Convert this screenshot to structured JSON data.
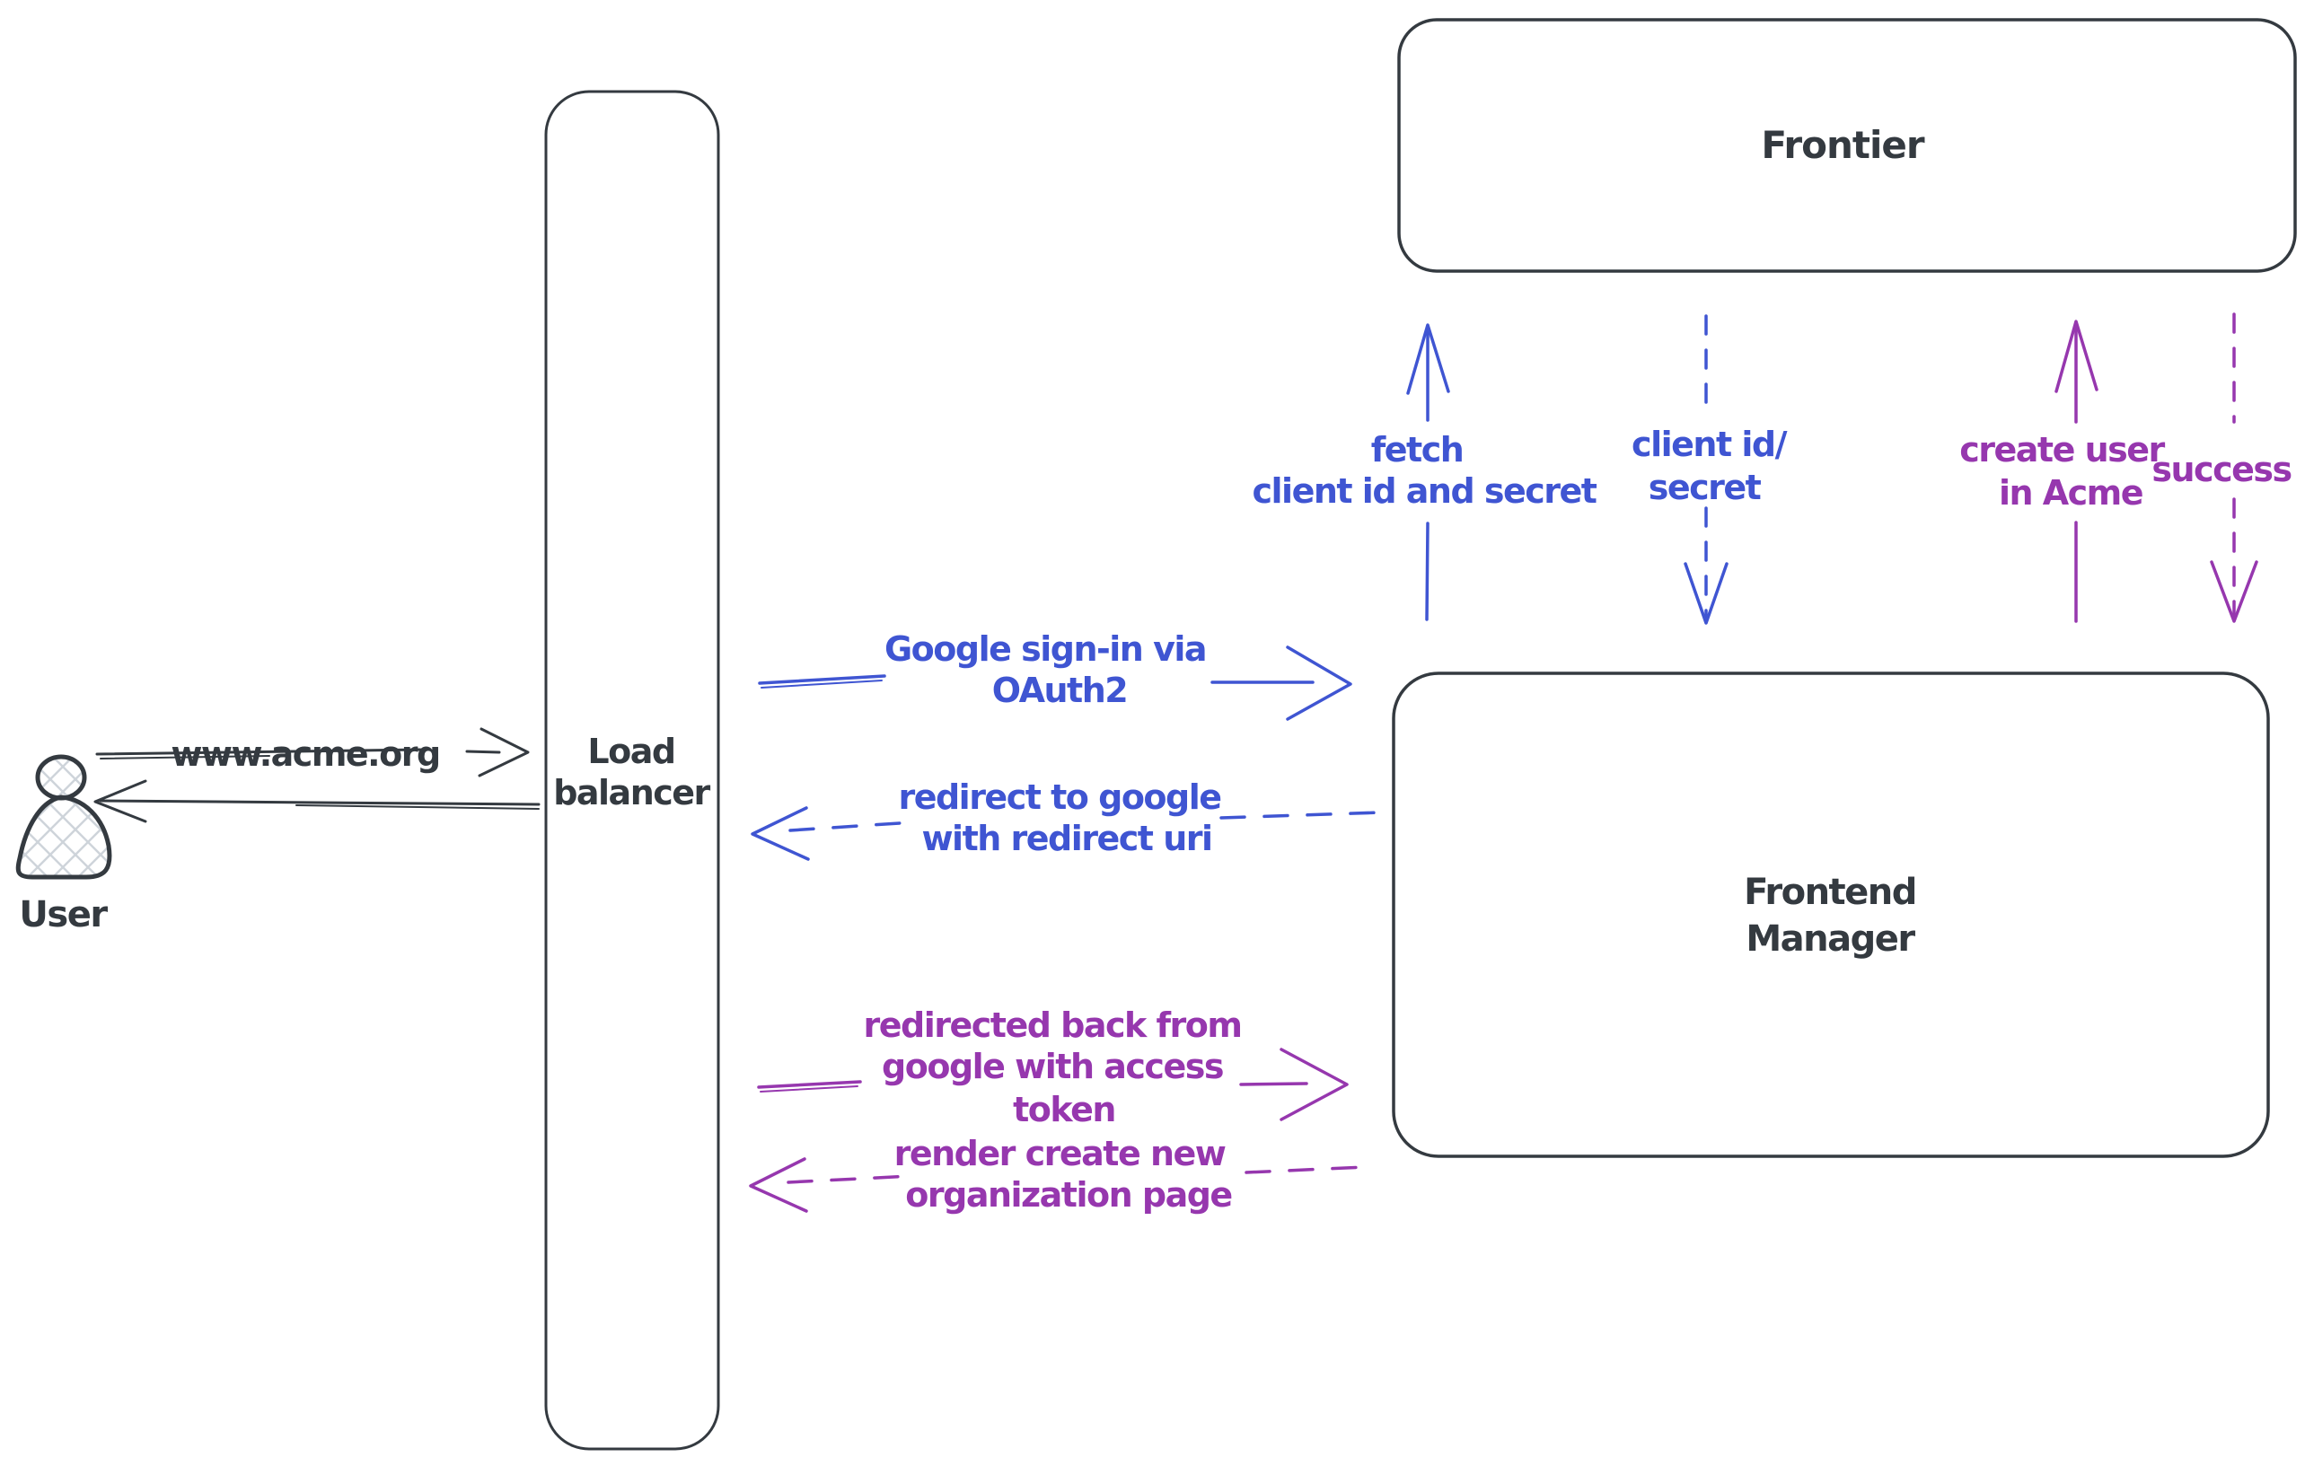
{
  "colors": {
    "dark": "#343a40",
    "blue": "#3f55d2",
    "purple": "#9637ae",
    "hatch": "#ced4da",
    "box_fill": "#ffffff"
  },
  "nodes": {
    "user": {
      "label": "User",
      "type": "actor"
    },
    "load_balancer": {
      "lines": [
        "Load",
        "balancer"
      ]
    },
    "frontier": {
      "label": "Frontier"
    },
    "frontend_manager": {
      "lines": [
        "Frontend",
        "Manager"
      ]
    }
  },
  "edges": {
    "acme_request": {
      "label": "www.acme.org",
      "from": "user",
      "to": "load_balancer",
      "style": "solid",
      "color": "dark",
      "direction": "right"
    },
    "acme_response": {
      "from": "load_balancer",
      "to": "user",
      "style": "solid",
      "color": "dark",
      "direction": "left"
    },
    "google_signin": {
      "lines": [
        "Google sign-in via",
        "OAuth2"
      ],
      "from": "load_balancer",
      "to": "frontend_manager",
      "style": "solid",
      "color": "blue",
      "direction": "right"
    },
    "redirect_google": {
      "lines": [
        "redirect to google",
        "with redirect uri"
      ],
      "from": "frontend_manager",
      "to": "load_balancer",
      "style": "dashed",
      "color": "blue",
      "direction": "left"
    },
    "fetch_secret": {
      "lines": [
        "fetch",
        "client id and secret"
      ],
      "from": "frontend_manager",
      "to": "frontier",
      "style": "solid",
      "color": "blue",
      "direction": "up"
    },
    "client_secret": {
      "lines": [
        "client id/",
        "secret"
      ],
      "from": "frontier",
      "to": "frontend_manager",
      "style": "dashed",
      "color": "blue",
      "direction": "down"
    },
    "create_user": {
      "lines": [
        "create user",
        "in Acme"
      ],
      "from": "frontend_manager",
      "to": "frontier",
      "style": "solid",
      "color": "purple",
      "direction": "up"
    },
    "success": {
      "label": "success",
      "from": "frontier",
      "to": "frontend_manager",
      "style": "dashed",
      "color": "purple",
      "direction": "down"
    },
    "redirected_back": {
      "lines": [
        "redirected back from",
        "google with access",
        "token"
      ],
      "from": "load_balancer",
      "to": "frontend_manager",
      "style": "solid",
      "color": "purple",
      "direction": "right"
    },
    "render_org_page": {
      "lines": [
        "render create new",
        "organization page"
      ],
      "from": "frontend_manager",
      "to": "load_balancer",
      "style": "dashed",
      "color": "purple",
      "direction": "left"
    }
  }
}
